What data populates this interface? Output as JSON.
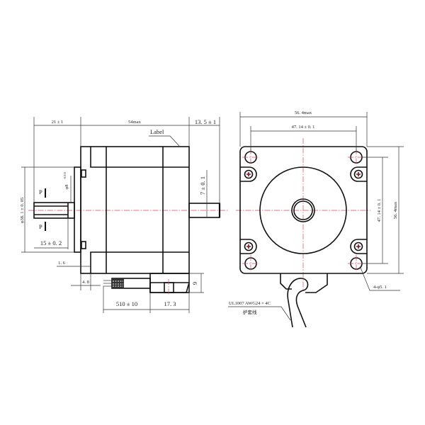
{
  "drawing": {
    "subject": "Stepper motor dimensional drawing",
    "side_view": {
      "dims": {
        "shaft_length_top": "21 ± 1",
        "body_length": "54max",
        "rear_shaft": "13. 5 ± 1",
        "pilot_diameter": "φ38. 1 ± 0. 05",
        "shaft_diameter": "φ8",
        "shaft_diameter_tol_upper": "0",
        "shaft_diameter_tol_lower": "-0.013",
        "flat_length": "15 ± 0. 2",
        "flange_thickness": "1. 6",
        "pilot_depth": "4. 8",
        "rear_shaft_diameter": "7 ± 0. 1",
        "lead_length": "510 ± 10",
        "connector_length": "17. 3",
        "connector_height": "9"
      },
      "label_callout": "Label",
      "section_marks": [
        "P",
        "P"
      ]
    },
    "front_view": {
      "dims": {
        "width": "56. 4max",
        "hole_spacing_h": "47. 14 ± 0. 1",
        "hole_spacing_v": "47. 14 ± 0. 1",
        "height": "56. 4max",
        "mounting_holes": "4-φ5. 1"
      },
      "cable_spec": "UL1007  AWG24 × 4C",
      "cable_note": "护套线"
    },
    "colors": {
      "outline": "#111111",
      "centerline": "#e0455a",
      "dimension": "#333333"
    }
  }
}
